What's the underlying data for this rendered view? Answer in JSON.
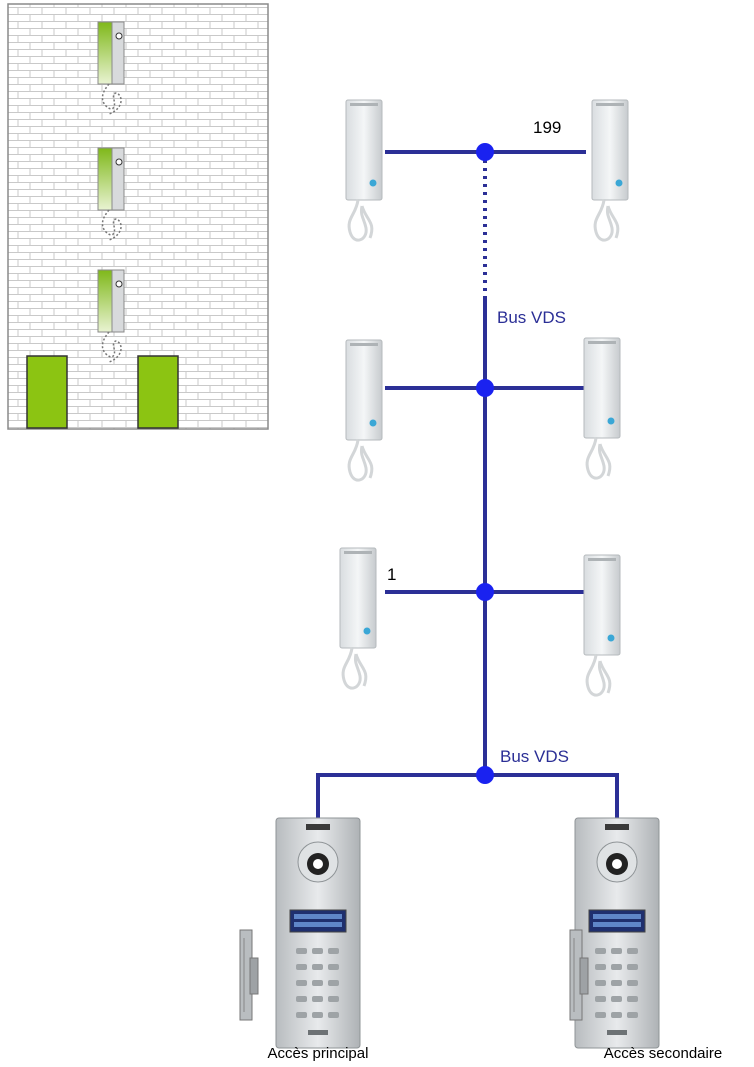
{
  "labels": {
    "handset_top_right_number": "199",
    "handset_bottom_left_number": "1",
    "bus_label_upper": "Bus VDS",
    "bus_label_lower": "Bus VDS",
    "panel_left_caption": "Accès principal",
    "panel_right_caption": "Accès secondaire"
  },
  "colors": {
    "bus_line": "#2b2f96",
    "bus_node": "#1a22f0",
    "bus_label_text": "#2b2f96",
    "accent_green": "#8cc412",
    "wall_mortar": "#c9c9c9"
  },
  "icons": {
    "handset": "intercom-handset-icon",
    "door_panel": "door-entry-panel-icon",
    "door_lock": "electric-strike-icon",
    "building": "building-wall-icon"
  }
}
